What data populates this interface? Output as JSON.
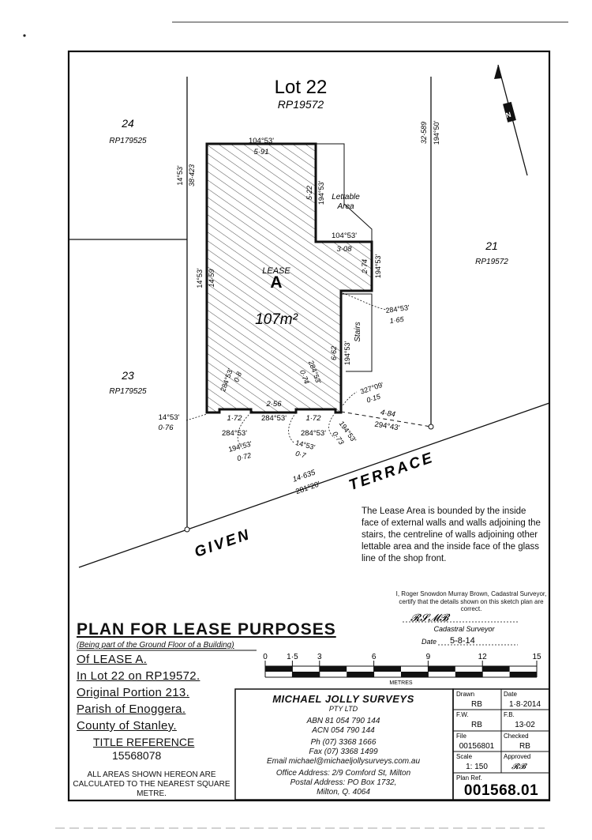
{
  "plan": {
    "lot_title": "Lot 22",
    "lot_plan": "RP19572",
    "lease_word": "LEASE",
    "lease_letter": "A",
    "lease_area": "107m²",
    "lettable_area": [
      "Lettable",
      "Area"
    ],
    "stairs": "Stairs",
    "north": "N",
    "neighbors": [
      {
        "lot": "24",
        "plan": "RP179525"
      },
      {
        "lot": "21",
        "plan": "RP19572"
      },
      {
        "lot": "23",
        "plan": "RP179525"
      }
    ],
    "road_words": [
      "GIVEN",
      "TERRACE"
    ],
    "bearings": {
      "b_top": "104°53'",
      "d_top": "5·91",
      "b_left_outer": "14°53'",
      "d_left_outer": "38·423",
      "b_right_outer": "194°50'",
      "d_right_outer": "32·589",
      "b_522": "194°53'",
      "d_522": "5·22",
      "b_308": "104°53'",
      "d_308": "3·08",
      "b_274": "194°53'",
      "d_274": "2·74",
      "b_left_lease": "14°53'",
      "d_left_lease": "14·59",
      "b_165": "284°53'",
      "d_165": "1·65",
      "b_662": "194°53'",
      "d_662": "6·62",
      "b_08": "284°53'",
      "d_08": "0·8",
      "b_074": "284°53'",
      "d_074": "0·74",
      "b_015": "327°09'",
      "d_015": "0·15",
      "b_076": "14°53'",
      "d_076": "0·76",
      "d_172a": "1·72",
      "b_172a": "284°53'",
      "d_256": "2·56",
      "b_256": "284°53'",
      "d_172b": "1·72",
      "b_172b": "284°53'",
      "b_072": "194°53'",
      "d_072": "0·72",
      "b_07": "14°53'",
      "d_07": "0·7",
      "b_073": "194°53'",
      "d_073": "0·73",
      "d_484": "4·84",
      "b_484": "294°43'",
      "d_road": "14·635",
      "b_road": "281°20'"
    }
  },
  "note": "The Lease Area is bounded by the inside face of external walls and walls adjoining the stairs, the centreline of walls adjoining other lettable area and the inside face of the glass line of the shop front.",
  "certificate": {
    "text": "I, Roger Snowdon Murray Brown, Cadastral Surveyor, certify that the details shown on this sketch plan are correct.",
    "role": "Cadastral Surveyor",
    "date_label": "Date",
    "date": "5-8-14"
  },
  "title_block": {
    "title": "PLAN FOR LEASE PURPOSES",
    "subtitle": "(Being part of the Ground Floor of a Building)",
    "lines": [
      "Of LEASE A.",
      "In Lot 22 on RP19572.",
      "Original Portion 213.",
      "Parish of Enoggera.",
      "County of Stanley."
    ],
    "title_ref_label": "TITLE REFERENCE",
    "title_ref": "15568078",
    "areas_note": "ALL AREAS SHOWN HEREON ARE CALCULATED TO THE NEAREST SQUARE METRE."
  },
  "scale_bar": {
    "ticks": [
      "0",
      "1·5",
      "3",
      "6",
      "9",
      "12",
      "15"
    ],
    "values": [
      0,
      1.5,
      3,
      6,
      9,
      12,
      15
    ],
    "unit": "METRES"
  },
  "firm": {
    "name": "MICHAEL JOLLY SURVEYS",
    "pty": "PTY LTD",
    "abn": "ABN 81 054 790 144",
    "acn": "ACN 054 790 144",
    "ph": "Ph (07) 3368 1666",
    "fax": "Fax (07) 3368 1499",
    "email": "Email michael@michaeljollysurveys.com.au",
    "office": "Office Address: 2/9 Comford St, Milton",
    "postal": "Postal Address: PO Box 1732,",
    "city": "Milton, Q. 4064"
  },
  "info": {
    "drawn_label": "Drawn",
    "drawn": "RB",
    "date_label": "Date",
    "date": "1·8·2014",
    "fw_label": "F.W.",
    "fw": "RB",
    "fb_label": "F.B.",
    "fb": "13-02",
    "file_label": "File",
    "file": "00156801",
    "checked_label": "Checked",
    "checked": "RB",
    "scale_label": "Scale",
    "scale": "1: 150",
    "approved_label": "Approved",
    "planref_label": "Plan Ref.",
    "planref": "001568.01"
  }
}
